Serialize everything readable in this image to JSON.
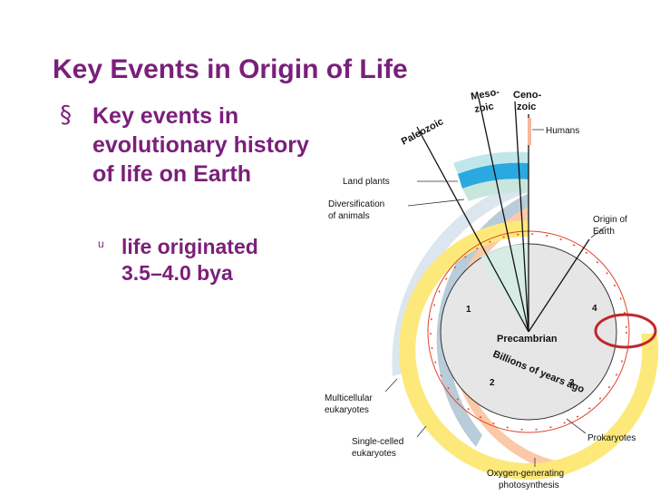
{
  "slide": {
    "title": "Key Events in Origin of Life",
    "bullet_marker": "§",
    "bullet_text": "Key events in evolutionary history of life on Earth",
    "sub_marker": "u",
    "sub_text": "life originated 3.5–4.0 bya"
  },
  "diagram": {
    "eras": {
      "paleozoic": "Paleozoic",
      "mesozoic_1": "Meso-",
      "mesozoic_2": "zoic",
      "cenozoic_1": "Ceno-",
      "cenozoic_2": "zoic"
    },
    "center": {
      "precambrian": "Precambrian",
      "billions": "Billions of years ago"
    },
    "numbers": {
      "n1": "1",
      "n2": "2",
      "n3": "3",
      "n4": "4"
    },
    "labels": {
      "humans": "Humans",
      "land_plants": "Land plants",
      "diversification_1": "Diversification",
      "diversification_2": "of animals",
      "origin_1": "Origin of",
      "origin_2": "Earth",
      "multicellular_1": "Multicellular",
      "multicellular_2": "eukaryotes",
      "single_celled_1": "Single-celled",
      "single_celled_2": "eukaryotes",
      "prokaryotes": "Prokaryotes",
      "oxygen_1": "Oxygen-generating",
      "oxygen_2": "photosynthesis"
    },
    "colors": {
      "prokaryotes": "#fde97a",
      "oxygen": "#fbc9a8",
      "single_celled": "#b8ccd9",
      "multicellular": "#dbe6ee",
      "diversification": "#c9e6dc",
      "land_plants": "#29a9e0",
      "land_plants_outer": "#bfe7ea",
      "center": "#e6e6e6",
      "tick": "#e0452c",
      "highlight": "#c1272d"
    }
  }
}
